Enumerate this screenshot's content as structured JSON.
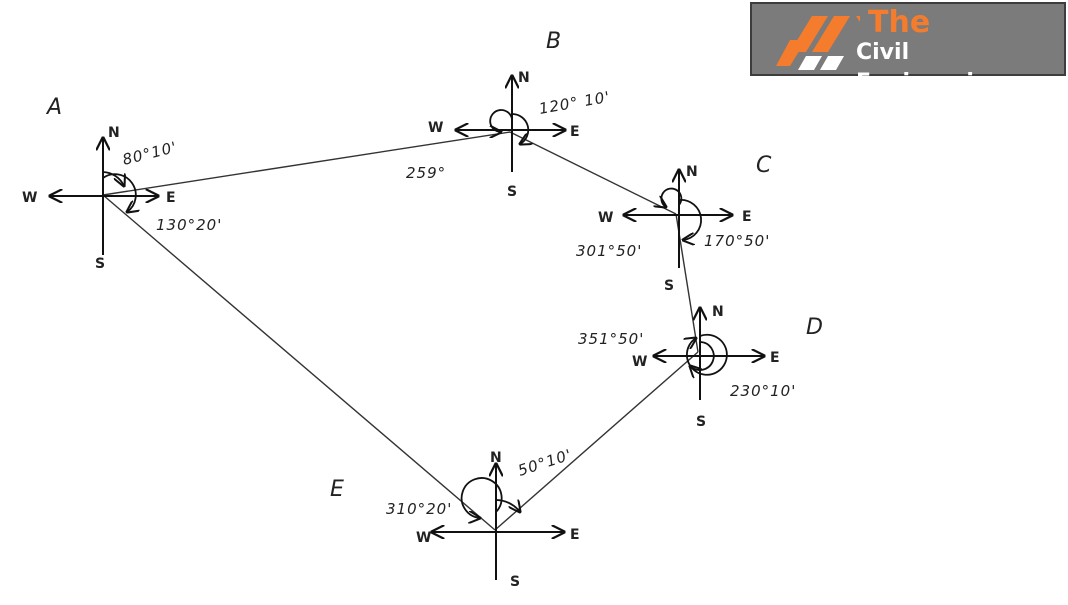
{
  "logo": {
    "line1": "The",
    "line2": "Civil Engineering",
    "accent_color": "#f47c2c",
    "background_color": "#7b7b7b"
  },
  "stations": [
    {
      "id": "A",
      "label": "A",
      "bearings": [
        "80°10'",
        "130°20'"
      ]
    },
    {
      "id": "B",
      "label": "B",
      "bearings": [
        "120° 10'",
        "259°"
      ]
    },
    {
      "id": "C",
      "label": "C",
      "bearings": [
        "301°50'",
        "170°50'"
      ]
    },
    {
      "id": "D",
      "label": "D",
      "bearings": [
        "351°50'",
        "230°10'"
      ]
    },
    {
      "id": "E",
      "label": "E",
      "bearings": [
        "50°10'",
        "310°20'"
      ]
    }
  ],
  "directions": {
    "n": "N",
    "s": "S",
    "e": "E",
    "w": "W"
  },
  "legs": [
    "A-B",
    "B-C",
    "C-D",
    "D-E",
    "E-A"
  ]
}
